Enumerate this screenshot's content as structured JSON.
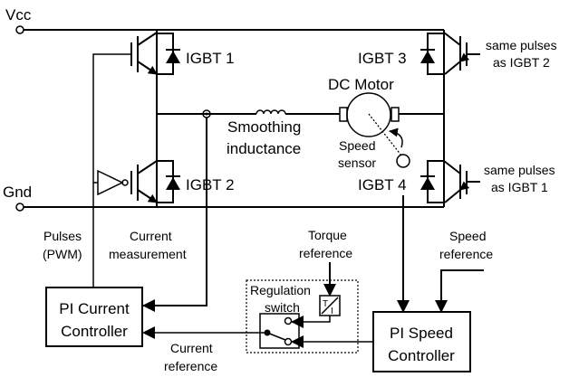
{
  "terminals": {
    "vcc": "Vcc",
    "gnd": "Gnd"
  },
  "igbts": [
    "IGBT 1",
    "IGBT 2",
    "IGBT 3",
    "IGBT 4"
  ],
  "motor": {
    "label": "DC Motor"
  },
  "inductor": {
    "line1": "Smoothing",
    "line2": "inductance"
  },
  "speed_sensor": {
    "line1": "Speed",
    "line2": "sensor"
  },
  "notes": {
    "igbt3": {
      "line1": "same pulses",
      "line2": "as IGBT 2"
    },
    "igbt4": {
      "line1": "same pulses",
      "line2": "as IGBT 1"
    }
  },
  "signals": {
    "pulses": {
      "line1": "Pulses",
      "line2": "(PWM)"
    },
    "current_measurement": {
      "line1": "Current",
      "line2": "measurement"
    },
    "torque_reference": {
      "line1": "Torque",
      "line2": "reference"
    },
    "speed_reference": {
      "line1": "Speed",
      "line2": "reference"
    },
    "current_reference": {
      "line1": "Current",
      "line2": "reference"
    }
  },
  "blocks": {
    "pi_current": {
      "line1": "PI Current",
      "line2": "Controller"
    },
    "pi_speed": {
      "line1": "PI Speed",
      "line2": "Controller"
    },
    "regulation_switch": {
      "line1": "Regulation",
      "line2": "switch"
    },
    "converter": {
      "top": "T",
      "bottom": "I"
    }
  }
}
